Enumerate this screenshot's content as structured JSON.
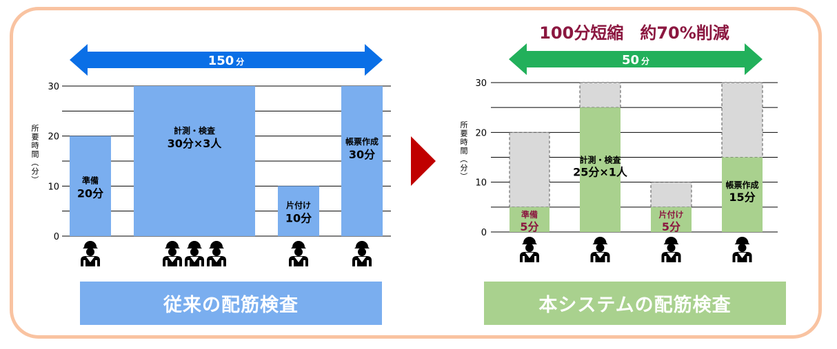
{
  "headline": "100分短縮　約70%削減",
  "left_caption": "従来の配筋検査",
  "right_caption": "本システムの配筋検査",
  "colors": {
    "frame": "#f9c3a1",
    "left_bar": "#7aaeef",
    "right_bar": "#a9d18e",
    "saved": "#d9d9d9",
    "blue_arrow": "#0a6fe6",
    "green_arrow": "#22b05b",
    "headline": "#8b1740",
    "transition_arrow": "#c00000"
  },
  "chart_data": [
    {
      "type": "bar",
      "caption": "従来の配筋検査",
      "total_label": "150",
      "total_unit": "分",
      "ylabel": "所要時間（分）",
      "yticks": [
        "0",
        "10",
        "20",
        "30"
      ],
      "ylim": [
        0,
        30
      ],
      "grid": true,
      "bars": [
        {
          "name": "準備",
          "value_text": "20分",
          "value": 20,
          "workers": 1,
          "width_min": 20
        },
        {
          "name": "計測・検査",
          "value_text": "30分×3人",
          "value": 30,
          "workers": 3,
          "width_min": 90
        },
        {
          "name": "片付け",
          "value_text": "10分",
          "value": 10,
          "workers": 1,
          "width_min": 10
        },
        {
          "name": "帳票作成",
          "value_text": "30分",
          "value": 30,
          "workers": 1,
          "width_min": 30
        }
      ]
    },
    {
      "type": "bar",
      "caption": "本システムの配筋検査",
      "total_label": "50",
      "total_unit": "分",
      "ylabel": "所要時間（分）",
      "yticks": [
        "0",
        "10",
        "20",
        "30"
      ],
      "ylim": [
        0,
        30
      ],
      "grid": true,
      "bars": [
        {
          "name": "準備",
          "value_text": "5分",
          "value": 5,
          "previous": 20,
          "workers": 1
        },
        {
          "name": "計測・検査",
          "value_text": "25分×1人",
          "value": 25,
          "previous": 30,
          "workers": 1
        },
        {
          "name": "片付け",
          "value_text": "5分",
          "value": 5,
          "previous": 10,
          "workers": 1
        },
        {
          "name": "帳票作成",
          "value_text": "15分",
          "value": 15,
          "previous": 30,
          "workers": 1
        }
      ]
    }
  ]
}
